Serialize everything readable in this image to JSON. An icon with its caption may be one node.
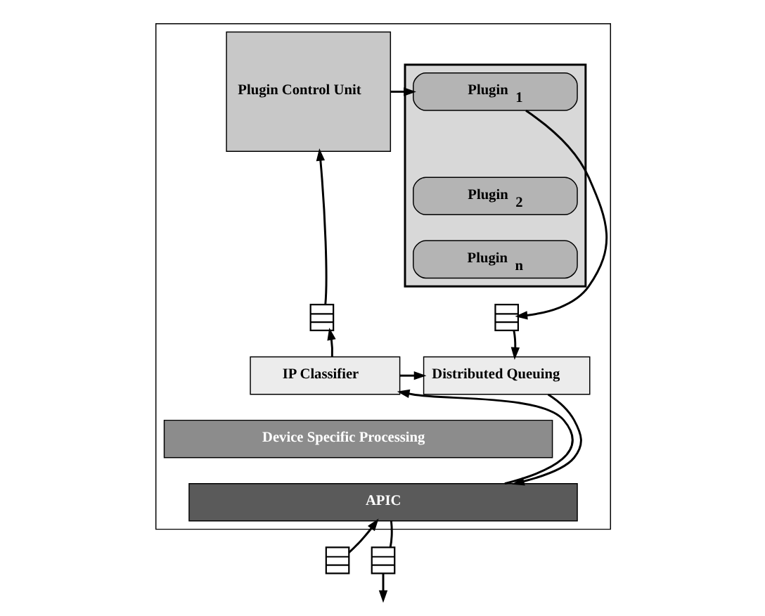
{
  "diagram": {
    "nodes": [
      {
        "text": [],
        "shape": "box"
      },
      {
        "text": [
          "Plugin Control Unit"
        ],
        "in": 0
      },
      {
        "text": [],
        "shape": "box",
        "in": 0
      },
      {
        "text": [
          "Plugin$_{1}$"
        ],
        "in": 2
      },
      {
        "text": [
          "Plugin$_{2}$"
        ],
        "in": 2
      },
      {
        "text": [
          "Plugin$_{n}$"
        ],
        "in": 2
      },
      {
        "text": [],
        "shape": "queue",
        "in": 0
      },
      {
        "text": [],
        "shape": "queue",
        "in": 0
      },
      {
        "text": [
          "IP Classifier"
        ],
        "in": 0
      },
      {
        "text": [
          "Distributed Queuing"
        ],
        "in": 0
      },
      {
        "text": [
          "Device Specific Processing"
        ],
        "in": 0
      },
      {
        "text": [
          "APIC"
        ],
        "in": 0
      },
      {
        "text": [],
        "shape": "queue"
      },
      {
        "text": [],
        "shape": "queue"
      }
    ],
    "edges": [
      {
        "from": 12,
        "to": 11,
        "arrow": "to"
      },
      {
        "from": 11,
        "to": 8,
        "arrow": "to"
      },
      {
        "from": 8,
        "to": 6,
        "arrow": "to"
      },
      {
        "from": 6,
        "to": 1,
        "arrow": "to"
      },
      {
        "from": 1,
        "to": 3,
        "arrow": "to"
      },
      {
        "from": 3,
        "to": 7,
        "arrow": "to"
      },
      {
        "from": 7,
        "to": 9,
        "arrow": "to"
      },
      {
        "from": 8,
        "to": 9,
        "arrow": "to"
      },
      {
        "from": 9,
        "to": 11,
        "arrow": "to"
      },
      {
        "from": 11,
        "to": 13,
        "arrow": "none"
      },
      {
        "from": 13,
        "to": null,
        "arrow": "to"
      }
    ]
  }
}
